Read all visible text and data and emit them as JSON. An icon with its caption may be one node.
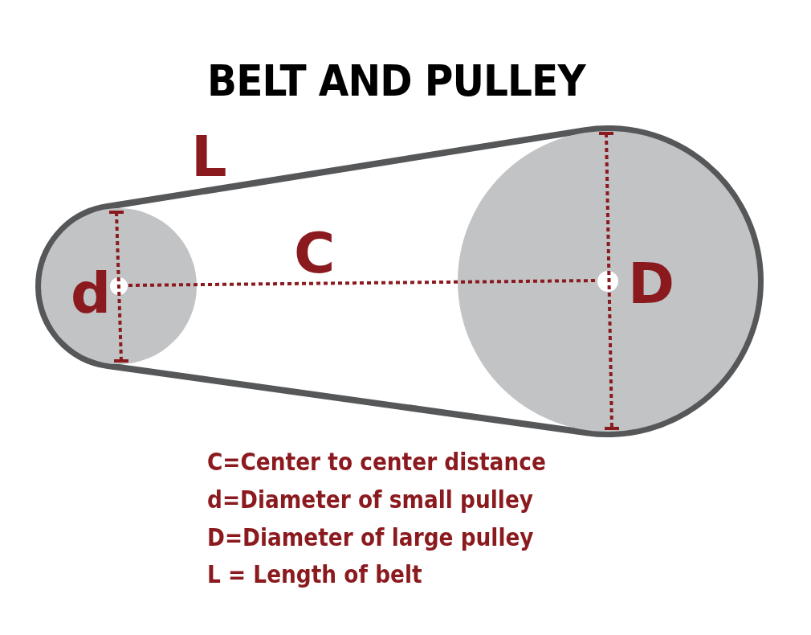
{
  "diagram": {
    "title": "BELT AND PULLEY",
    "labels": [
      "L",
      "C",
      "d",
      "D",
      "C=Center to center distance",
      "d=Diameter of small pulley",
      "D=Diameter of large pulley",
      "L = Length of belt"
    ]
  }
}
